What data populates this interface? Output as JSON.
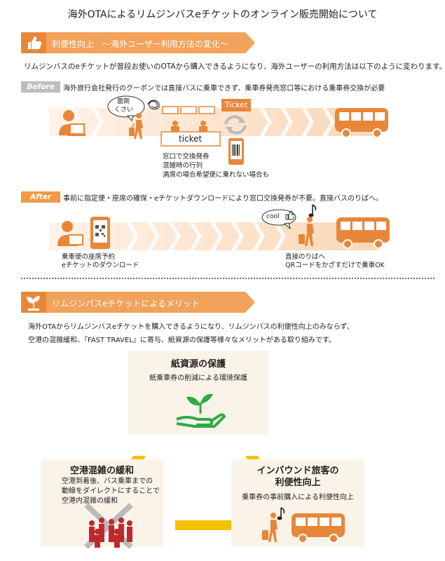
{
  "title": "海外OTAによるリムジンバスeチケットのオンライン販売開始について",
  "section1": {
    "heading": "利便性向上　～海外ユーザー利用方法の変化～",
    "lead": "リムジンバスのeチケットが普段お使いのOTAから購入できるようになり、海外ユーザーの利用方法は以下のように変わります。",
    "before": {
      "tag": "Before",
      "text": "海外旅行会社発行のクーポンでは直接バスに乗車できず、乗車券発売窓口等における乗車券交換が必要",
      "bubble_line1": "面倒",
      "bubble_line2": "くさい",
      "counter_label": "ticket",
      "ticket_label": "Ticket",
      "notes": [
        "窓口で交換発券",
        "混雑時の行列",
        "満席の場合希望便に乗れない場合も"
      ]
    },
    "after": {
      "tag": "After",
      "text": "事前に指定便・座席の確保・eチケットダウンロードにより窓口交換発券が不要。直接バスのりばへ。",
      "bubble": "cool",
      "notes_left": [
        "乗車便の座席予約",
        "eチケットのダウンロード"
      ],
      "notes_right": [
        "直接のりばへ",
        "QRコードをかざすだけで乗車OK"
      ]
    }
  },
  "section2": {
    "heading": "リムジンバスeチケットによるメリット",
    "lead_line1": "海外OTAからリムジンバスeチケットを購入できるようになり、リムジンバスの利便性向上のみならず、",
    "lead_line2": "空港の混雑緩和、『FAST TRAVEL』に寄与、紙資源の保護等様々なメリットがある取り組みです。",
    "cards": {
      "top": {
        "title": "紙資源の保護",
        "text": "紙乗車券の削減による環境保護"
      },
      "left": {
        "title": "空港混雑の緩和",
        "lines": [
          "空港到着後、バス乗車までの",
          "動線をダイレクトにすることで",
          "空港内混雑の緩和"
        ]
      },
      "right": {
        "title_line1": "インバウンド旅客の",
        "title_line2": "利便性向上",
        "text": "乗車券の事前購入による利便性向上"
      }
    }
  },
  "colors": {
    "accent": "#f2a25a",
    "accent_dark": "#e8873a",
    "green": "#2eab45",
    "red": "#c0282d",
    "yellow": "#f5c000"
  },
  "icons": [
    "thumbs-up-icon",
    "person-laptop-icon",
    "traveler-icon",
    "bus-icon",
    "smartphone-qr-icon",
    "sprout-hand-icon",
    "crowd-icon",
    "music-note-icon"
  ]
}
